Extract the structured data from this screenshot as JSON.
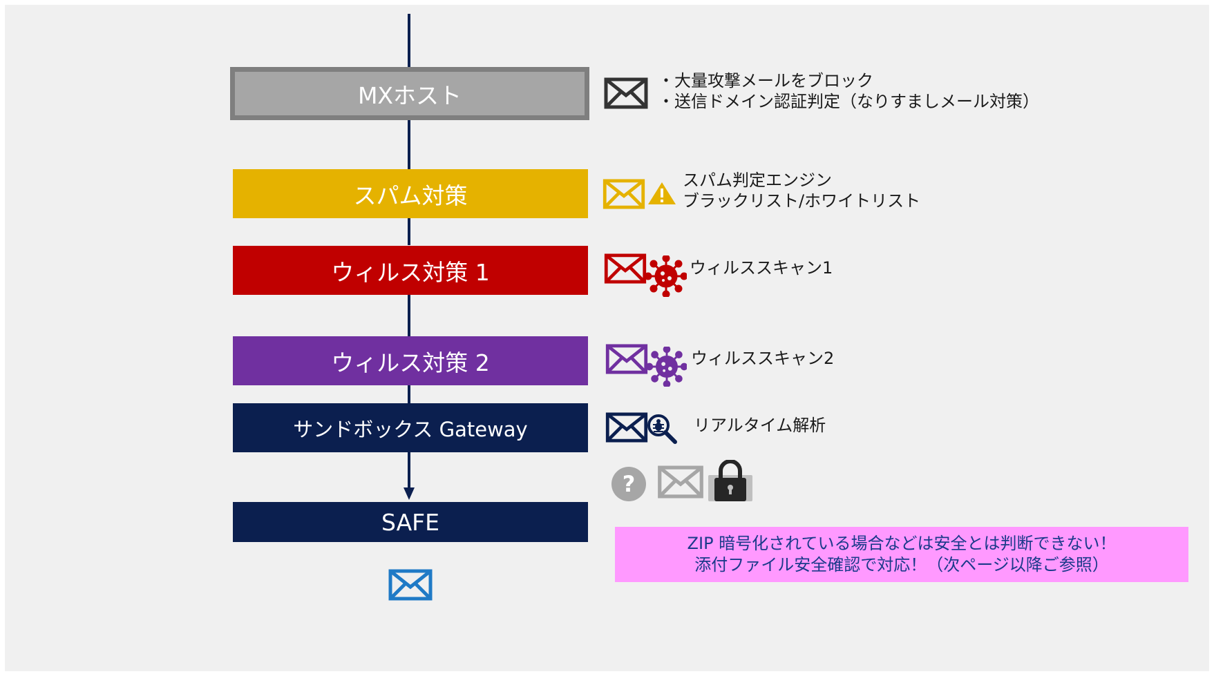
{
  "colors": {
    "background": "#f0f0f0",
    "flow_line": "#0b1f4f",
    "mx_box": "#a6a6a6",
    "mx_border": "#7f7f7f",
    "spam_box": "#e5b200",
    "virus1_box": "#c00000",
    "virus2_box": "#7030a0",
    "sandbox_box": "#0b1f4f",
    "safe_box": "#0b1f4f",
    "note_bg": "#ff99ff",
    "note_text": "#1a3a8a"
  },
  "stages": {
    "mx": {
      "label": "MXホスト",
      "desc": [
        "・大量攻撃メールをブロック",
        "・送信ドメイン認証判定（なりすましメール対策）"
      ],
      "icons": [
        "envelope-icon"
      ]
    },
    "spam": {
      "label": "スパム対策",
      "desc": [
        "スパム判定エンジン",
        "ブラックリスト/ホワイトリスト"
      ],
      "icons": [
        "envelope-icon",
        "warning-icon"
      ]
    },
    "virus1": {
      "label": "ウィルス対策 1",
      "desc": [
        "ウィルススキャン1"
      ],
      "icons": [
        "envelope-icon",
        "virus-icon"
      ]
    },
    "virus2": {
      "label": "ウィルス対策 2",
      "desc": [
        "ウィルススキャン2"
      ],
      "icons": [
        "envelope-icon",
        "virus-icon"
      ]
    },
    "sandbox": {
      "label": "サンドボックス Gateway",
      "desc": [
        "リアルタイム解析"
      ],
      "icons": [
        "envelope-icon",
        "magnifier-bug-icon"
      ]
    },
    "safe": {
      "label": "SAFE",
      "icons": [
        "envelope-icon"
      ]
    }
  },
  "unknown_icons": [
    "question-icon",
    "envelope-icon",
    "padlock-icon"
  ],
  "note": {
    "line1": "ZIP 暗号化されている場合などは安全とは判断できない！",
    "line2": "添付ファイル安全確認で対応！（次ページ以降ご参照）"
  }
}
